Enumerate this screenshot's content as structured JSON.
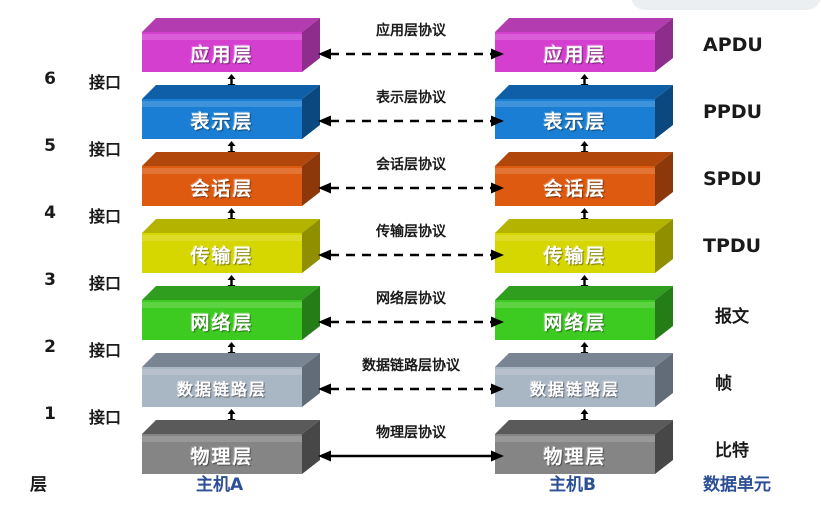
{
  "diagram": {
    "title": "OSI seven-layer model communication between two hosts",
    "left_header": "层",
    "host_a": "主机A",
    "host_b": "主机B",
    "right_header": "数据单元"
  },
  "layers": [
    {
      "number": "",
      "name": "应用层",
      "protocol": "应用层协议",
      "pdu": "APDU",
      "pdu_cjk": false,
      "interface": "接口",
      "interface_number": "6",
      "arrow_style": "dashed",
      "color_top": "#b33cb0",
      "color_front": "#d53fd0",
      "color_side": "#8f2d8d",
      "color_hex": "#d53fd0"
    },
    {
      "number": "",
      "name": "表示层",
      "protocol": "表示层协议",
      "pdu": "PPDU",
      "pdu_cjk": false,
      "interface": "接口",
      "interface_number": "5",
      "arrow_style": "dashed",
      "color_top": "#0f5fa8",
      "color_front": "#1a7fd4",
      "color_side": "#0b4880",
      "color_hex": "#1a7fd4"
    },
    {
      "number": "",
      "name": "会话层",
      "protocol": "会话层协议",
      "pdu": "SPDU",
      "pdu_cjk": false,
      "interface": "接口",
      "interface_number": "4",
      "arrow_style": "dashed",
      "color_top": "#b2470c",
      "color_front": "#dd5a10",
      "color_side": "#8d380a",
      "color_hex": "#dd5a10"
    },
    {
      "number": "",
      "name": "传输层",
      "protocol": "传输层协议",
      "pdu": "TPDU",
      "pdu_cjk": false,
      "interface": "接口",
      "interface_number": "3",
      "arrow_style": "dashed",
      "color_top": "#b3b300",
      "color_front": "#d6d600",
      "color_side": "#8f8f00",
      "color_hex": "#d6d600"
    },
    {
      "number": "",
      "name": "网络层",
      "protocol": "网络层协议",
      "pdu": "报文",
      "pdu_cjk": true,
      "interface": "接口",
      "interface_number": "2",
      "arrow_style": "dashed",
      "color_top": "#2f9e1f",
      "color_front": "#3ecb21",
      "color_side": "#257d18",
      "color_hex": "#3ecb21"
    },
    {
      "number": "",
      "name": "数据链路层",
      "protocol": "数据链路层协议",
      "pdu": "帧",
      "pdu_cjk": true,
      "interface": "接口",
      "interface_number": "1",
      "arrow_style": "dashed",
      "color_top": "#7a8594",
      "color_front": "#a9b6c4",
      "color_side": "#626c79",
      "color_hex": "#a9b6c4"
    },
    {
      "number": "",
      "name": "物理层",
      "protocol": "物理层协议",
      "pdu": "比特",
      "pdu_cjk": true,
      "interface": "",
      "interface_number": "",
      "arrow_style": "solid",
      "color_top": "#5a5a5a",
      "color_front": "#858585",
      "color_side": "#474747",
      "color_hex": "#858585"
    }
  ],
  "interfaces": [
    {
      "number": "6",
      "label": "接口"
    },
    {
      "number": "5",
      "label": "接口"
    },
    {
      "number": "4",
      "label": "接口"
    },
    {
      "number": "3",
      "label": "接口"
    },
    {
      "number": "2",
      "label": "接口"
    },
    {
      "number": "1",
      "label": "接口"
    }
  ],
  "colors": {
    "text_dark": "#1a1a1a",
    "text_blue": "#2c4f96",
    "background": "#ffffff",
    "arrow": "#000000"
  }
}
